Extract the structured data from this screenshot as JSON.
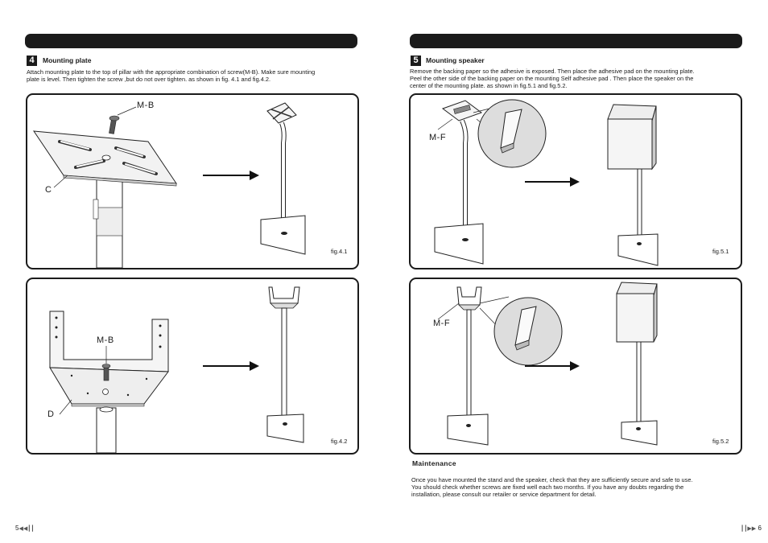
{
  "left": {
    "step_number": "4",
    "title": "Mounting plate",
    "text_line1": "Attach mounting  plate to the top of  pillar with  the appropriate combination of screw(M-B). Make sure mounting",
    "text_line2": "plate  is  level. Then tighten the screw ,but do not over tighten. as shown in fig. 4.1 and fig.4.2.",
    "fig1": {
      "label_screw": "M-B",
      "label_part": "C",
      "caption": "fig.4.1"
    },
    "fig2": {
      "label_screw": "M-B",
      "label_part": "D",
      "caption": "fig.4.2"
    },
    "page_number": "5"
  },
  "right": {
    "step_number": "5",
    "title": "Mounting speaker",
    "text_line1": "Remove the backing paper so the adhesive is exposed. Then place the adhesive pad on the mounting plate.",
    "text_line2": "Peel the other side of the backing paper on the mounting Self adhesive pad . Then place the speaker on the",
    "text_line3": "center of  the mounting plate. as shown in fig.5.1 and fig.5.2.",
    "fig1": {
      "label_pad": "M-F",
      "caption": "fig.5.1"
    },
    "fig2": {
      "label_pad": "M-F",
      "caption": "fig.5.2"
    },
    "maintenance_title": "Maintenance",
    "maintenance_line1": "Once you have mounted the stand and the speaker, check that they are sufficiently secure and safe to use.",
    "maintenance_line2": "You should check whether screws are fixed well each two months. If you have any doubts regarding the",
    "maintenance_line3": "installation, please consult our retailer or service department for detail.",
    "page_number": "6"
  }
}
